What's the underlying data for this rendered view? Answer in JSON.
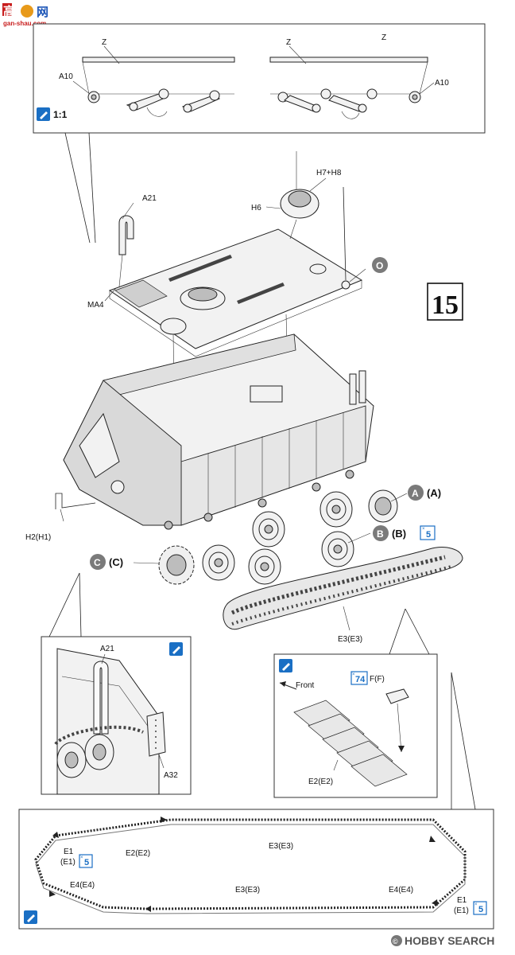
{
  "logo": {
    "name": "高",
    "name2": "网",
    "sub": "gan-shau.com"
  },
  "step": {
    "number": "15"
  },
  "detail_top": {
    "scale": "1:1",
    "labels": {
      "z1": "Z",
      "z2": "Z",
      "z3": "Z",
      "a10_left": "A10",
      "a10_right": "A10"
    }
  },
  "main_assembly": {
    "labels": {
      "a21": "A21",
      "h7h8": "H7+H8",
      "h6": "H6",
      "ma4": "MA4",
      "h2": "H2(H1)",
      "e3": "E3(E3)"
    },
    "callouts": {
      "o": "O",
      "a": "A",
      "a_paren": "(A)",
      "b": "B",
      "b_paren": "(B)",
      "b_qty": "5",
      "c": "C",
      "c_paren": "(C)"
    }
  },
  "detail_left": {
    "labels": {
      "a21": "A21",
      "a32": "A32"
    }
  },
  "detail_right": {
    "labels": {
      "front": "Front",
      "qty": "74",
      "f": "F(F)",
      "e2": "E2(E2)"
    }
  },
  "track_run": {
    "labels": {
      "e1_left": "E1",
      "e1_left_paren": "(E1)",
      "e1_left_qty": "5",
      "e2": "E2(E2)",
      "e3_top": "E3(E3)",
      "e4_left": "E4(E4)",
      "e3_bottom": "E3(E3)",
      "e4_right": "E4(E4)",
      "e1_right": "E1",
      "e1_right_paren": "(E1)",
      "e1_right_qty": "5"
    }
  },
  "watermark": {
    "text": "HOBBY SEARCH"
  }
}
